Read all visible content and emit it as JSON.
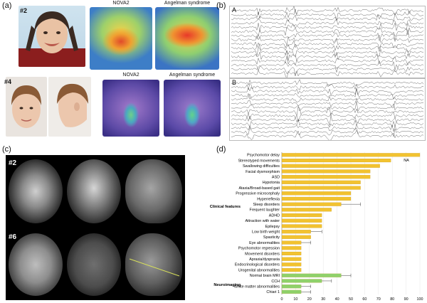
{
  "panels": {
    "a": "(a)",
    "b": "(b)",
    "c": "(c)",
    "d": "(d)"
  },
  "panel_a": {
    "case1_label": "#2",
    "case2_label": "#4",
    "heatmap_titles": {
      "nova2_1": "NOVA2",
      "angelman_1": "Angelman syndrome",
      "nova2_2": "NOVA2",
      "angelman_2": "Angelman syndrome"
    }
  },
  "panel_b": {
    "trace_a_label": "A",
    "trace_b_label": "B"
  },
  "panel_c": {
    "case1_label": "#2",
    "case2_label": "#6"
  },
  "chart_data": {
    "type": "bar",
    "orientation": "horizontal",
    "xlim": [
      0,
      100
    ],
    "xticks": [
      0,
      10,
      20,
      30,
      40,
      50,
      60,
      70,
      80,
      90,
      100
    ],
    "group_labels": {
      "clinical": "Clinical features",
      "neuroimaging": "Neuroimaging"
    },
    "annotation": "NA",
    "colors": {
      "clinical": "#f2c230",
      "neuroimaging": "#8fd16a"
    },
    "categories": [
      "Psychomotor delay",
      "Stereotyped movements",
      "Swallowing difficulties",
      "Facial dysmorphism",
      "ASD",
      "Hypotonia",
      "Ataxia/Broad-based gait",
      "Progressive microcephaly",
      "Hyperreflexia",
      "Sleep disorders",
      "Frequent laughter",
      "ADHD",
      "Attraction with water",
      "Epilepsy",
      "Low birth weight",
      "Spasticity",
      "Eye abnormalities",
      "Psychomotor regression",
      "Movement disorders",
      "Apraxia/dyspraxia",
      "Endocrinological disorders",
      "Urogenital abnormalities",
      "Normal brain MRI",
      "CCH",
      "White matter abnormalities",
      "Chiari 1"
    ],
    "groups": [
      "clinical",
      "clinical",
      "clinical",
      "clinical",
      "clinical",
      "clinical",
      "clinical",
      "clinical",
      "clinical",
      "clinical",
      "clinical",
      "clinical",
      "clinical",
      "clinical",
      "clinical",
      "clinical",
      "clinical",
      "clinical",
      "clinical",
      "clinical",
      "clinical",
      "clinical",
      "neuroimaging",
      "neuroimaging",
      "neuroimaging",
      "neuroimaging"
    ],
    "values": [
      100,
      79,
      71,
      64,
      64,
      57,
      57,
      50,
      50,
      43,
      36,
      29,
      29,
      29,
      21,
      21,
      14,
      14,
      14,
      14,
      14,
      14,
      43,
      29,
      14,
      14
    ],
    "error_upper": [
      null,
      null,
      null,
      null,
      null,
      null,
      null,
      null,
      null,
      57,
      null,
      null,
      null,
      null,
      29,
      null,
      21,
      null,
      null,
      null,
      null,
      null,
      50,
      36,
      21,
      21
    ]
  }
}
